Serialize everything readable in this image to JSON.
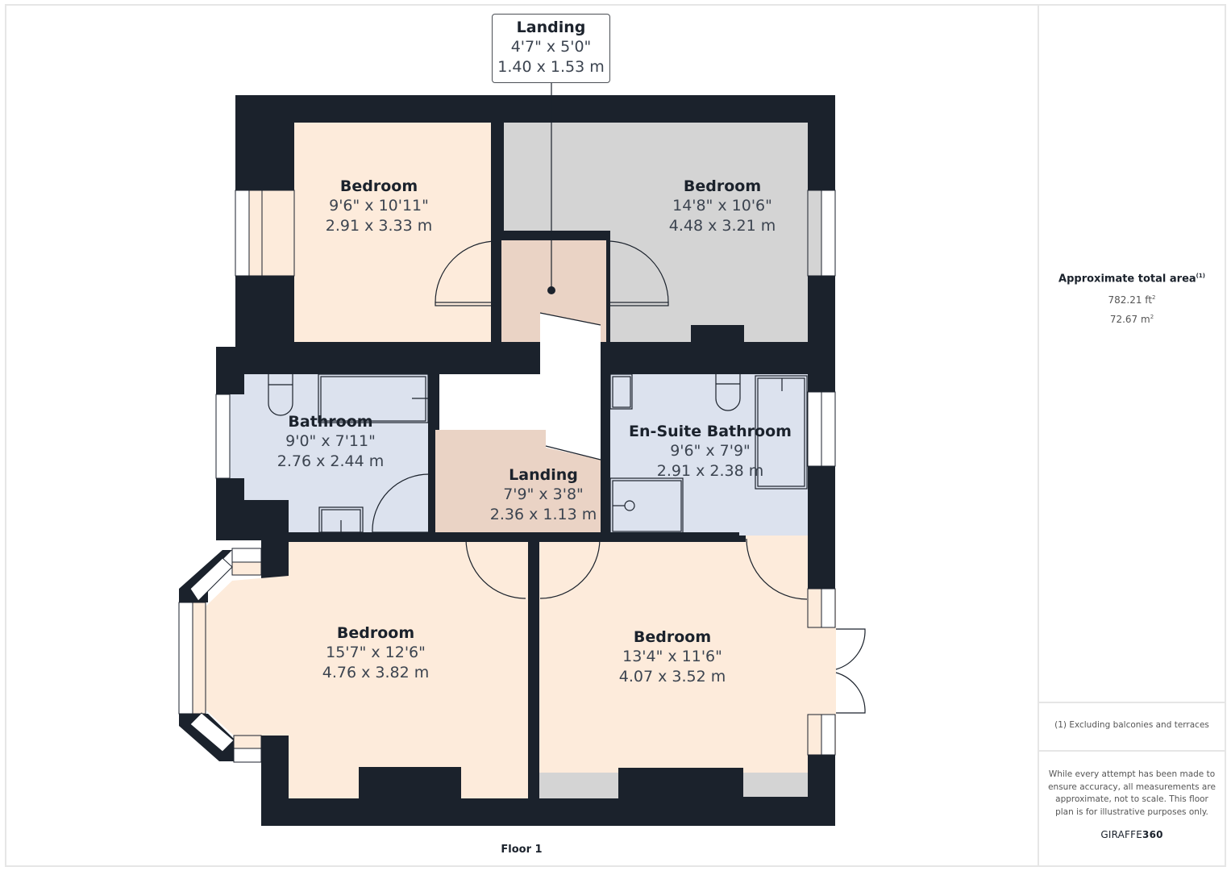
{
  "plan": {
    "floor_label": "Floor 1",
    "colors": {
      "wall": "#1b222c",
      "bedroom_fill": "#fdebdb",
      "bedroom_grey_fill": "#d4d4d4",
      "landing_fill": "#ead3c5",
      "bathroom_fill": "#dce2ee",
      "window_fill": "#ffffff"
    },
    "rooms": [
      {
        "name": "Landing",
        "imperial": "4'7\" x 5'0\"",
        "metric": "1.40 x 1.53 m"
      },
      {
        "name": "Bedroom",
        "imperial": "9'6\" x 10'11\"",
        "metric": "2.91 x 3.33 m"
      },
      {
        "name": "Bedroom",
        "imperial": "14'8\" x 10'6\"",
        "metric": "4.48 x 3.21 m"
      },
      {
        "name": "Bathroom",
        "imperial": "9'0\" x 7'11\"",
        "metric": "2.76 x 2.44 m"
      },
      {
        "name": "Landing",
        "imperial": "7'9\" x 3'8\"",
        "metric": "2.36 x 1.13 m"
      },
      {
        "name": "En-Suite Bathroom",
        "imperial": "9'6\" x 7'9\"",
        "metric": "2.91 x 2.38 m"
      },
      {
        "name": "Bedroom",
        "imperial": "15'7\" x 12'6\"",
        "metric": "4.76 x 3.82 m"
      },
      {
        "name": "Bedroom",
        "imperial": "13'4\" x 11'6\"",
        "metric": "4.07 x 3.52 m"
      }
    ]
  },
  "sidebar": {
    "area_title": "Approximate total area",
    "area_title_sup": "(1)",
    "area_ft": "782.21 ft",
    "area_m": "72.67 m",
    "unit_sup": "2",
    "footnote": "(1) Excluding balconies and terraces",
    "disclaimer": "While every attempt has been made to ensure accuracy, all measurements are approximate, not to scale. This floor plan is for illustrative purposes only.",
    "brand_light": "GIRAFFE",
    "brand_bold": "360"
  }
}
